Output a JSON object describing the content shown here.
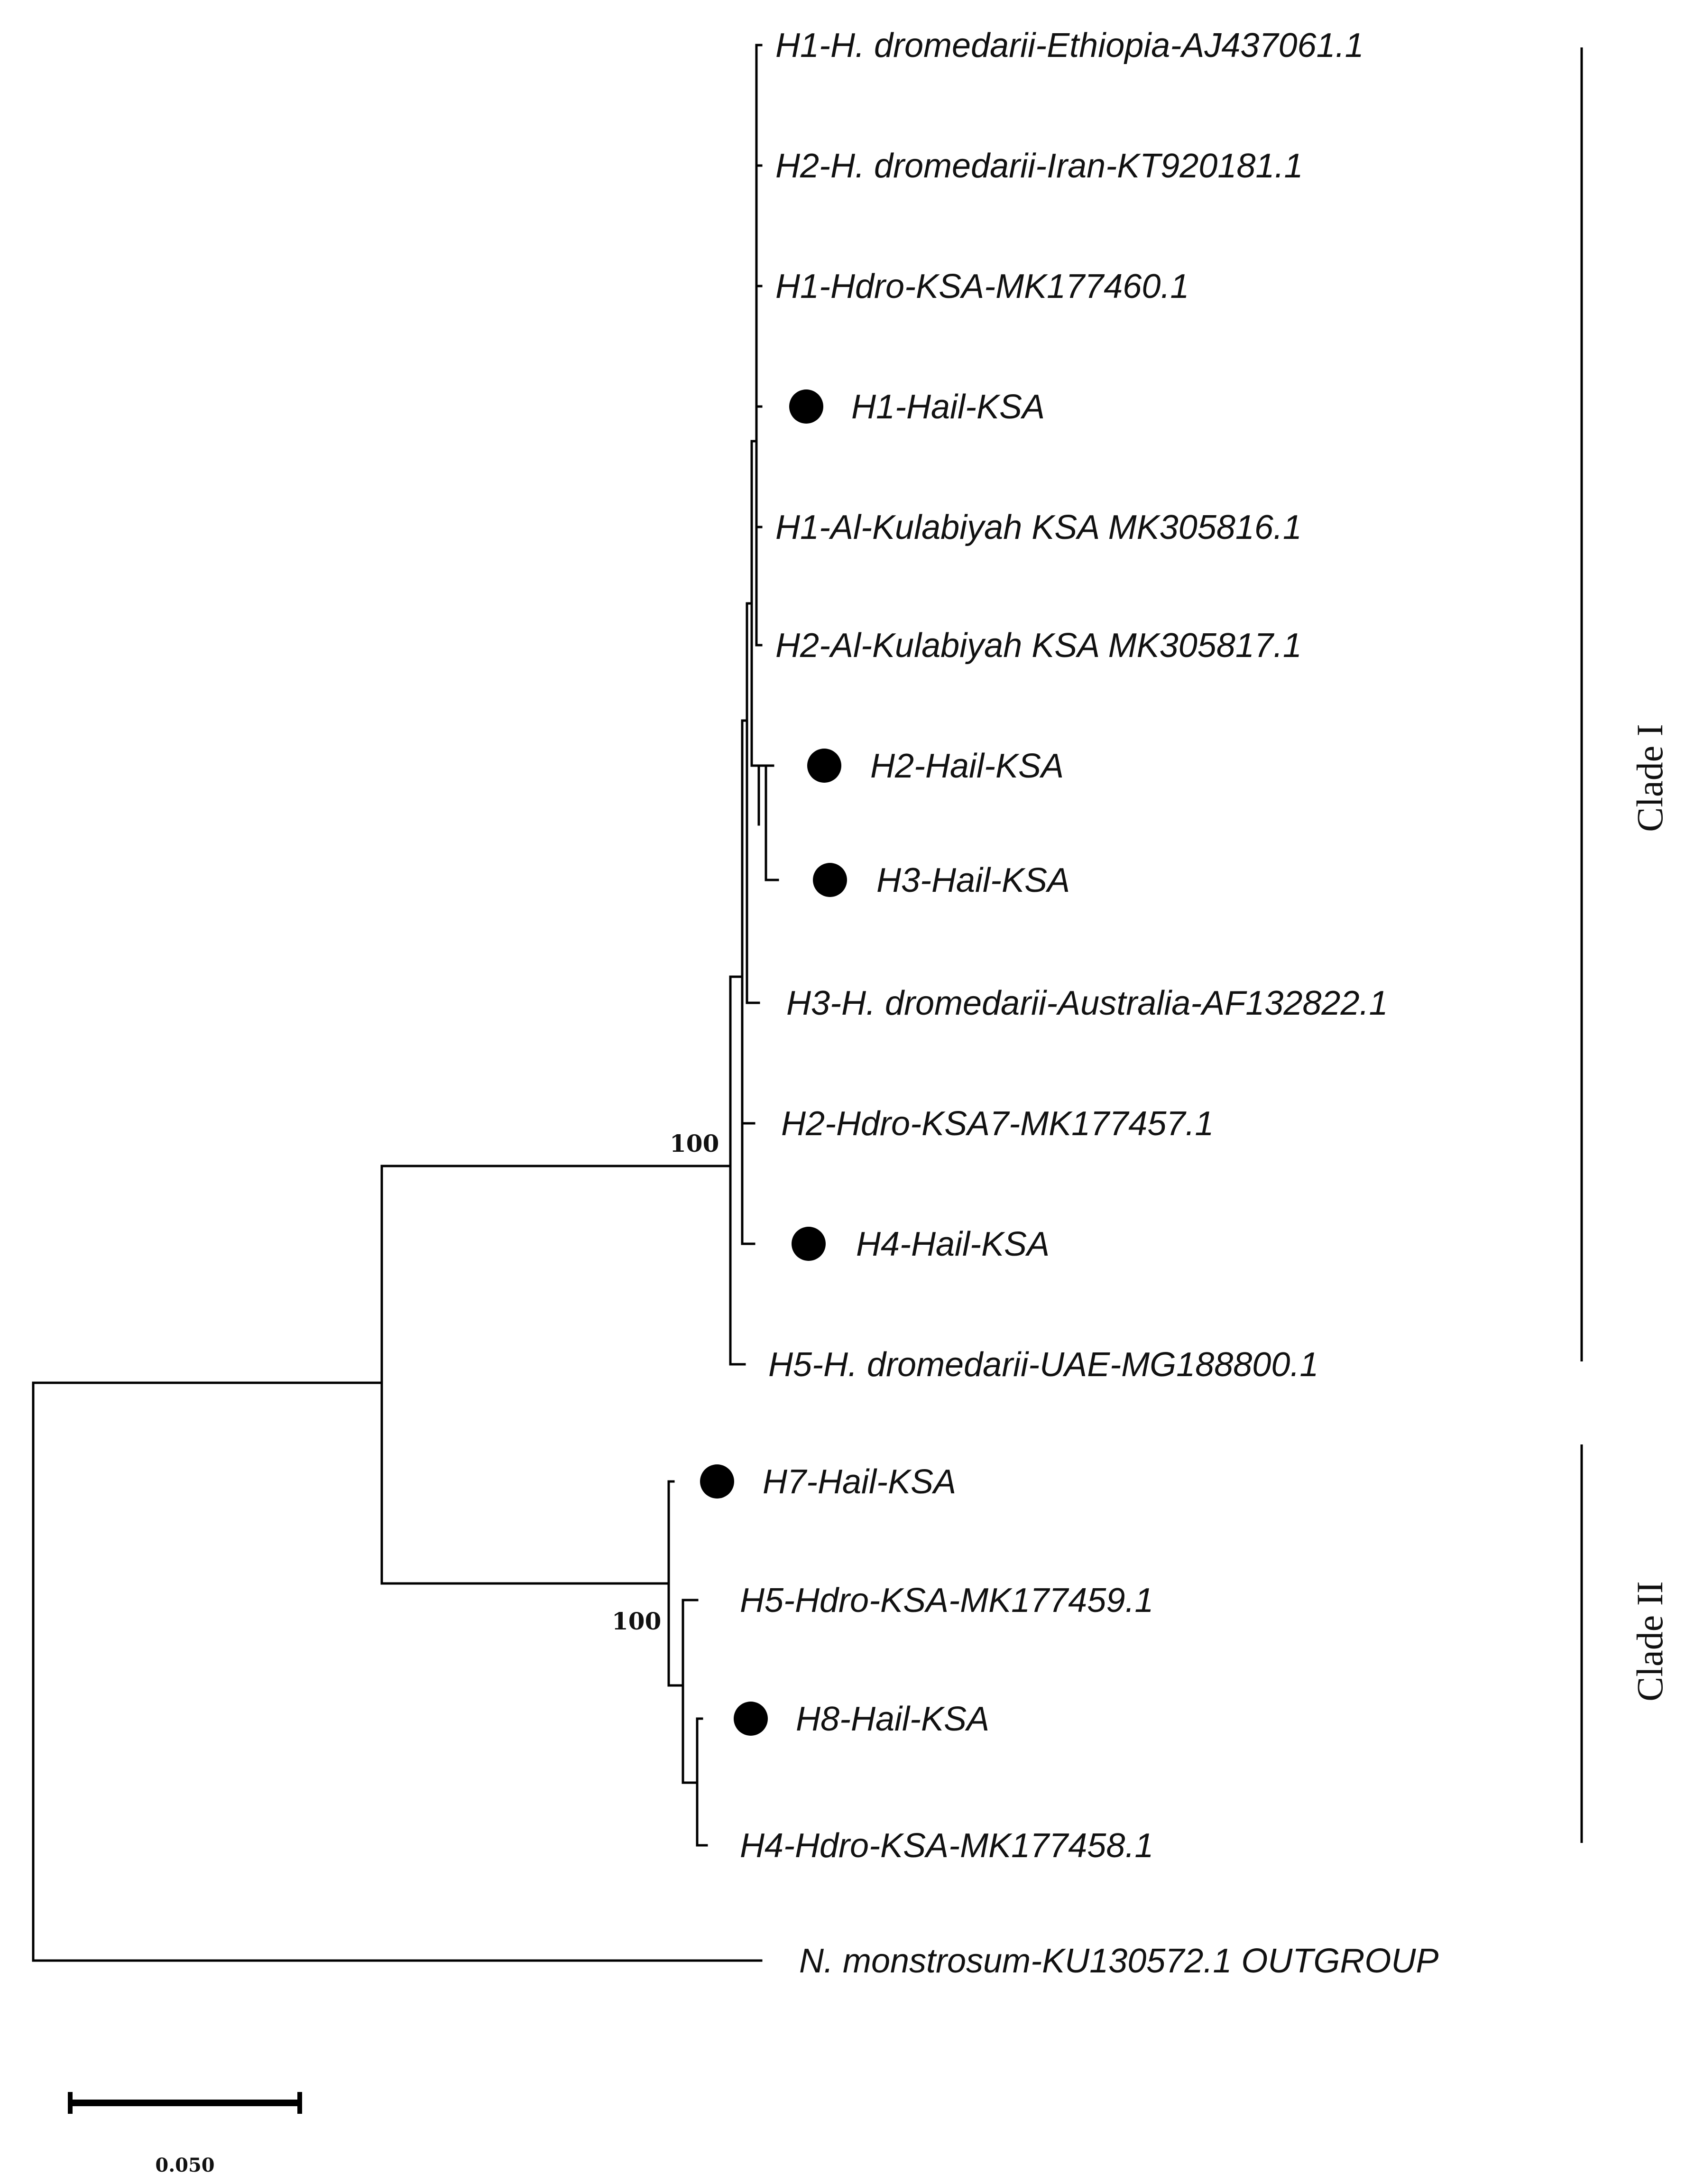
{
  "leaves": [
    {
      "id": "h1-ethiopia",
      "label": "H1-H. dromedarii-Ethiopia-AJ437061.1",
      "marked": false
    },
    {
      "id": "h2-iran",
      "label": "H2-H. dromedarii-Iran-KT920181.1",
      "marked": false
    },
    {
      "id": "h1-hdro-ksa",
      "label": "H1-Hdro-KSA-MK177460.1",
      "marked": false
    },
    {
      "id": "h1-hail",
      "label": "H1-Hail-KSA",
      "marked": true
    },
    {
      "id": "h1-kulabiyah",
      "label": "H1-Al-Kulabiyah KSA MK305816.1",
      "marked": false
    },
    {
      "id": "h2-kulabiyah",
      "label": "H2-Al-Kulabiyah KSA MK305817.1",
      "marked": false
    },
    {
      "id": "h2-hail",
      "label": "H2-Hail-KSA",
      "marked": true
    },
    {
      "id": "h3-hail",
      "label": "H3-Hail-KSA",
      "marked": true
    },
    {
      "id": "h3-australia",
      "label": "H3-H. dromedarii-Australia-AF132822.1",
      "marked": false
    },
    {
      "id": "h2-hdro-ksa7",
      "label": "H2-Hdro-KSA7-MK177457.1",
      "marked": false
    },
    {
      "id": "h4-hail",
      "label": "H4-Hail-KSA",
      "marked": true
    },
    {
      "id": "h5-uae",
      "label": "H5-H. dromedarii-UAE-MG188800.1",
      "marked": false
    },
    {
      "id": "h7-hail",
      "label": "H7-Hail-KSA",
      "marked": true
    },
    {
      "id": "h5-hdro-ksa",
      "label": "H5-Hdro-KSA-MK177459.1",
      "marked": false
    },
    {
      "id": "h8-hail",
      "label": "H8-Hail-KSA",
      "marked": true
    },
    {
      "id": "h4-hdro-ksa",
      "label": "H4-Hdro-KSA-MK177458.1",
      "marked": false
    },
    {
      "id": "outgroup",
      "label": "N. monstrosum-KU130572.1 OUTGROUP",
      "marked": false
    }
  ],
  "bootstrap": {
    "clade_1": "100",
    "clade_2": "100"
  },
  "clades": {
    "clade_1": "Clade I",
    "clade_2": "Clade II"
  },
  "scale_bar": {
    "value": 0.05,
    "label": "0.050"
  }
}
